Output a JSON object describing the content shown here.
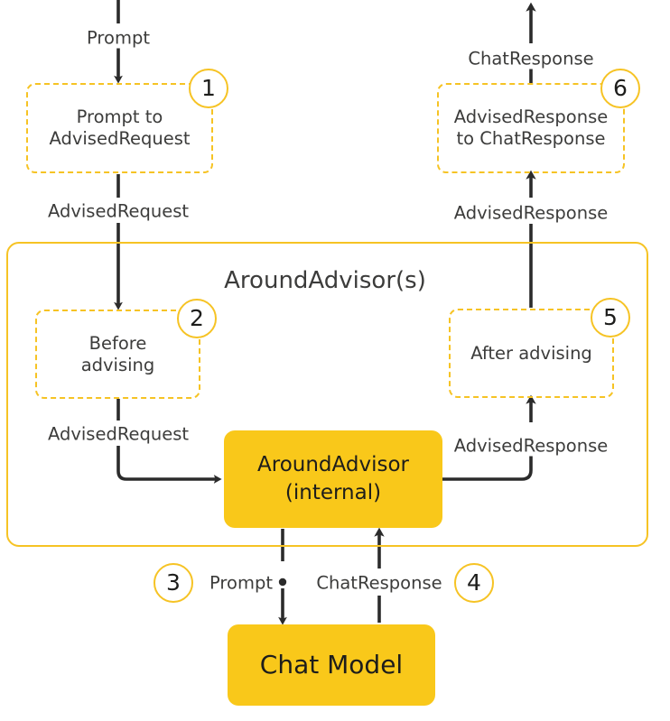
{
  "diagram": {
    "title": "AroundAdvisor(s)",
    "colors": {
      "accent_yellow": "#F6C324",
      "fill_yellow": "#F9C81A",
      "line_dark": "#2b2b2b",
      "text_dark": "#3c3c3b",
      "background": "#ffffff"
    },
    "group": {
      "label": "AroundAdvisor(s)"
    },
    "steps": [
      {
        "number": "1",
        "text": "Prompt to\nAdvisedRequest",
        "style": "dashed"
      },
      {
        "number": "2",
        "text": "Before\nadvising",
        "style": "dashed"
      },
      {
        "number": "3",
        "text": "Prompt",
        "style": "edge-marker"
      },
      {
        "number": "4",
        "text": "ChatResponse",
        "style": "edge-marker"
      },
      {
        "number": "5",
        "text": "After advising",
        "style": "dashed"
      },
      {
        "number": "6",
        "text": "AdvisedResponse\nto ChatResponse",
        "style": "dashed"
      }
    ],
    "nodes": [
      {
        "id": "advisor-internal",
        "text": "AroundAdvisor\n(internal)",
        "style": "solid"
      },
      {
        "id": "chat-model",
        "text": "Chat Model",
        "style": "solid"
      }
    ],
    "edge_labels": {
      "prompt_in": "Prompt",
      "chat_response_out": "ChatResponse",
      "advised_request_1": "AdvisedRequest",
      "advised_response_1": "AdvisedResponse",
      "advised_request_2": "AdvisedRequest",
      "advised_response_2": "AdvisedResponse",
      "prompt_to_model": "Prompt",
      "chat_response_from_model": "ChatResponse"
    }
  }
}
